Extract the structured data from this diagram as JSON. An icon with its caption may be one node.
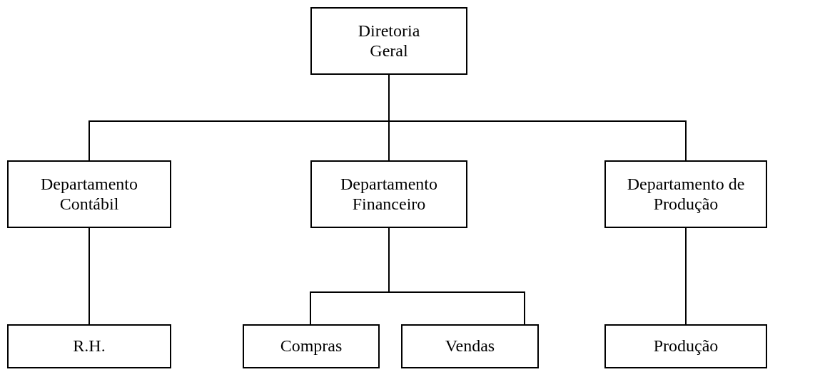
{
  "diagram": {
    "nodes": [
      {
        "text": [
          "Diretoria Geral"
        ]
      },
      {
        "text": [
          "Departamento Contábil"
        ]
      },
      {
        "text": [
          "Departamento Financeiro"
        ]
      },
      {
        "text": [
          "Departamento de Produção"
        ]
      },
      {
        "text": [
          "R.H."
        ]
      },
      {
        "text": [
          "Compras"
        ]
      },
      {
        "text": [
          "Vendas"
        ]
      },
      {
        "text": [
          "Produção"
        ]
      }
    ],
    "edges": [
      {
        "from": 0,
        "to": 1,
        "arrow": "none"
      },
      {
        "from": 0,
        "to": 2,
        "arrow": "none"
      },
      {
        "from": 0,
        "to": 3,
        "arrow": "none"
      },
      {
        "from": 1,
        "to": 4,
        "arrow": "none"
      },
      {
        "from": 2,
        "to": 5,
        "arrow": "none"
      },
      {
        "from": 2,
        "to": 6,
        "arrow": "none"
      },
      {
        "from": 3,
        "to": 7,
        "arrow": "none"
      }
    ]
  }
}
